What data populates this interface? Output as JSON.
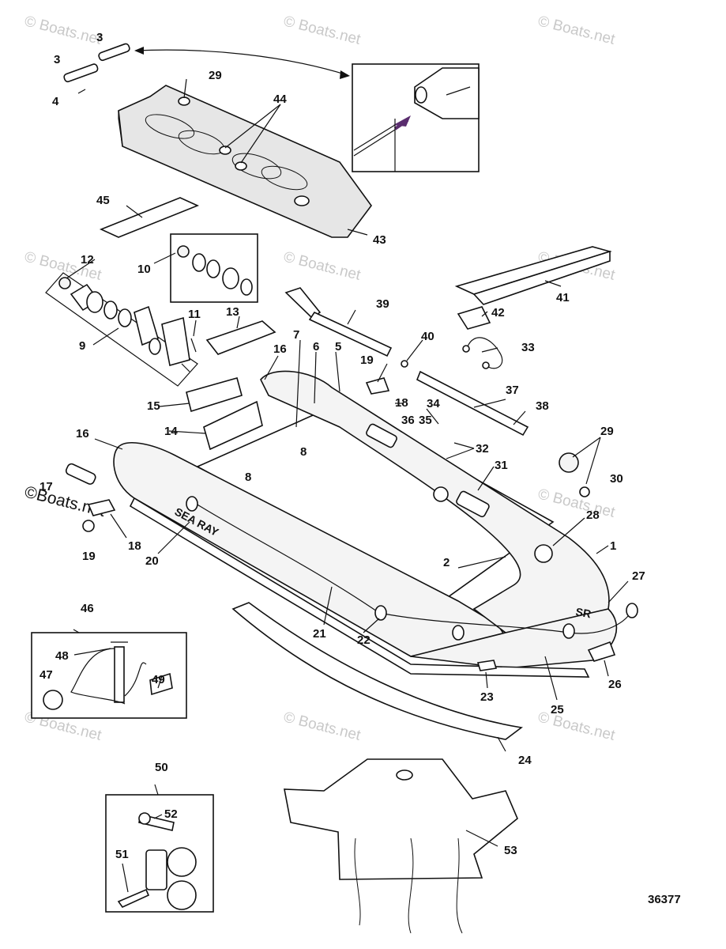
{
  "watermark": "© Boats.net",
  "watermark_strong": "©Boats.net",
  "diagram_number": "36377",
  "hull_text": {
    "brand": "SEA RAY",
    "badge": "SR"
  },
  "callouts": {
    "c1": "1",
    "c2": "2",
    "c3a": "3",
    "c3b": "3",
    "c4": "4",
    "c5": "5",
    "c6": "6",
    "c7": "7",
    "c8a": "8",
    "c8b": "8",
    "c9": "9",
    "c10": "10",
    "c11": "11",
    "c12": "12",
    "c13": "13",
    "c14": "14",
    "c15": "15",
    "c16a": "16",
    "c16b": "16",
    "c17": "17",
    "c18a": "18",
    "c18b": "18",
    "c19a": "19",
    "c19b": "19",
    "c20": "20",
    "c21": "21",
    "c22": "22",
    "c23": "23",
    "c24": "24",
    "c25": "25",
    "c26": "26",
    "c27": "27",
    "c28": "28",
    "c29a": "29",
    "c29b": "29",
    "c30": "30",
    "c31": "31",
    "c32": "32",
    "c33": "33",
    "c34": "34",
    "c35": "35",
    "c36": "36",
    "c37": "37",
    "c38": "38",
    "c39": "39",
    "c40": "40",
    "c41": "41",
    "c42": "42",
    "c43": "43",
    "c44": "44",
    "c45": "45",
    "c46": "46",
    "c47": "47",
    "c48": "48",
    "c49": "49",
    "c50": "50",
    "c51": "51",
    "c52": "52",
    "c53": "53"
  },
  "colors": {
    "line": "#111111",
    "fill": "#f4f4f4",
    "watermark": "#c9c9c9",
    "arrow_accent": "#5a2d6e"
  }
}
